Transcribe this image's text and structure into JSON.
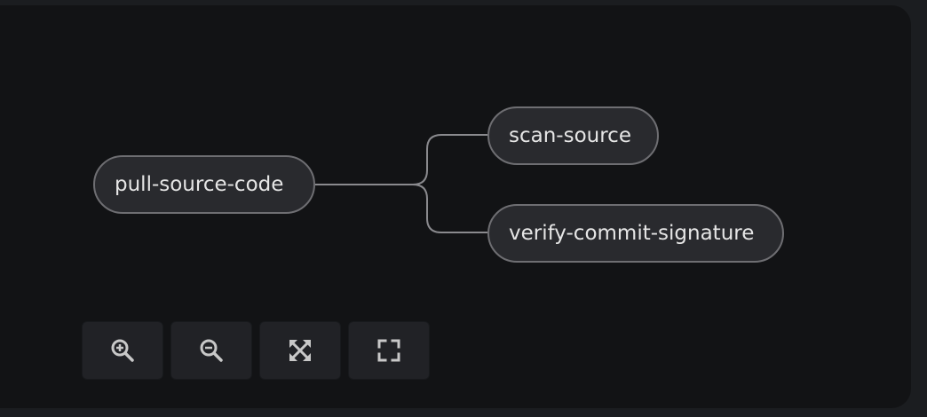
{
  "graph": {
    "nodes": [
      {
        "id": "pull",
        "label": "pull-source-code"
      },
      {
        "id": "scan",
        "label": "scan-source"
      },
      {
        "id": "verify",
        "label": "verify-commit-signature"
      }
    ],
    "edges": [
      {
        "from": "pull",
        "to": "scan"
      },
      {
        "from": "pull",
        "to": "verify"
      }
    ]
  },
  "controls": [
    {
      "id": "zoom-in",
      "icon": "zoom-in-icon"
    },
    {
      "id": "zoom-out",
      "icon": "zoom-out-icon"
    },
    {
      "id": "fit-view",
      "icon": "fit-view-icon"
    },
    {
      "id": "fullscreen",
      "icon": "fullscreen-icon"
    }
  ],
  "colors": {
    "page_background": "#1b1d20",
    "canvas_background": "#121315",
    "node_fill": "#292a2e",
    "node_border": "#6e6e72",
    "edge": "#8a8a8e",
    "node_text": "#e6e6e6",
    "control_button": "#212226",
    "icon": "#c8c8c8"
  }
}
